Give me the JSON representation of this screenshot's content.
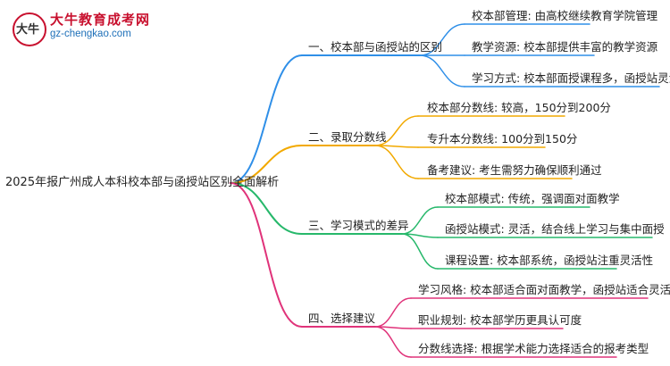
{
  "logo": {
    "mark": "大牛",
    "title": "大牛教育成考网",
    "url": "gz-chengkao.com"
  },
  "root": "2025年报广州成人本科校本部与函授站区别全面解析",
  "branches": [
    {
      "label": "一、校本部与函授站的区别",
      "color": "#2f8fe8",
      "leaves": [
        "校本部管理: 由高校继续教育学院管理",
        "教学资源: 校本部提供丰富的教学资源",
        "学习方式: 校本部面授课程多，函授站灵活自学"
      ]
    },
    {
      "label": "二、录取分数线",
      "color": "#f2a900",
      "leaves": [
        "校本部分数线: 较高，150分到200分",
        "专升本分数线: 100分到150分",
        "备考建议: 考生需努力确保顺利通过"
      ]
    },
    {
      "label": "三、学习模式的差异",
      "color": "#27b86b",
      "leaves": [
        "校本部模式: 传统，强调面对面教学",
        "函授站模式: 灵活，结合线上学习与集中面授",
        "课程设置: 校本部系统，函授站注重灵活性"
      ]
    },
    {
      "label": "四、选择建议",
      "color": "#e0337a",
      "leaves": [
        "学习风格: 校本部适合面对面教学，函授站适合灵活学习",
        "职业规划: 校本部学历更具认可度",
        "分数线选择: 根据学术能力选择适合的报考类型"
      ]
    }
  ]
}
